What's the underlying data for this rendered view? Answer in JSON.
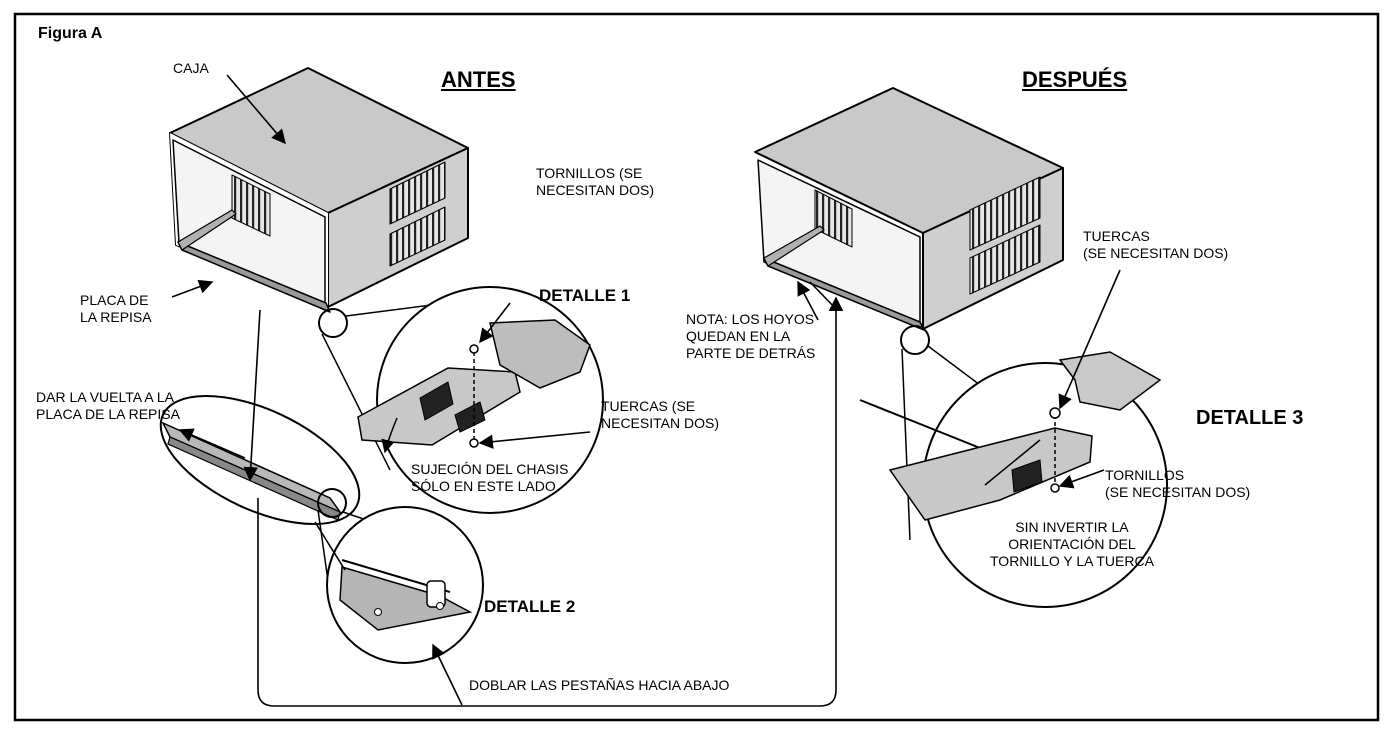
{
  "figure_title": "Figura A",
  "before_heading": "ANTES",
  "after_heading": "DESPUÉS",
  "labels": {
    "caja": "CAJA",
    "placa_repisa": "PLACA DE\nLA REPISA",
    "dar_vuelta": "DAR LA VUELTA A LA\nPLACA DE LA REPISA",
    "tornillos_antes": "TORNILLOS (SE\nNECESITAN DOS)",
    "tuercas_antes": "TUERCAS (SE\nNECESITAN DOS)",
    "sujecion": "SUJECIÓN DEL CHASIS\nSÓLO EN ESTE LADO",
    "doblar": "DOBLAR LAS PESTAÑAS HACIA ABAJO",
    "nota": "NOTA: LOS HOYOS\nQUEDAN EN LA\nPARTE DE DETRÁS",
    "tuercas_despues": "TUERCAS\n(SE NECESITAN DOS)",
    "tornillos_despues": "TORNILLOS\n(SE NECESITAN DOS)",
    "sin_invertir": "SIN INVERTIR LA\nORIENTACIÓN DEL\nTORNILLO Y LA TUERCA"
  },
  "details": {
    "detalle1": "DETALLE 1",
    "detalle2": "DETALLE 2",
    "detalle3": "DETALLE 3"
  }
}
